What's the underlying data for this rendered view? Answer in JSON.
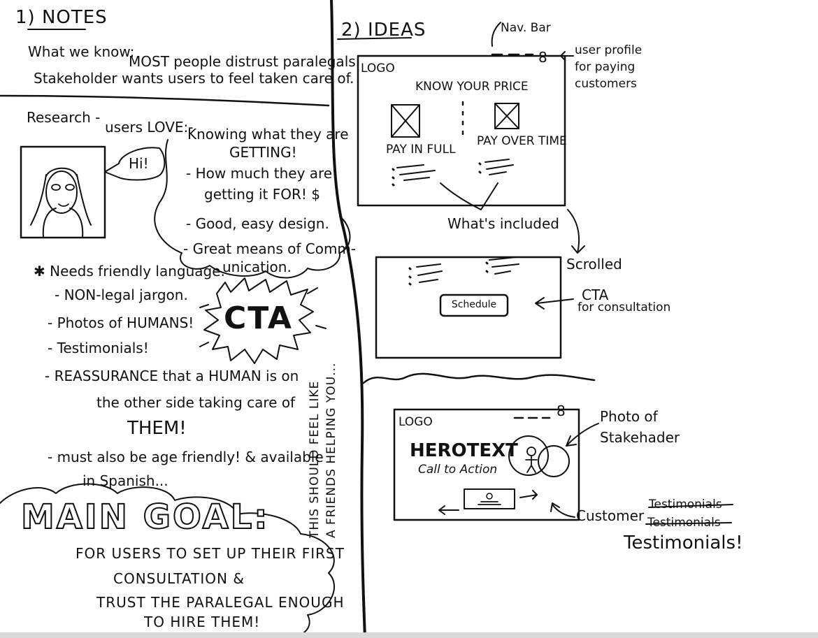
{
  "notes": {
    "heading": "1) NOTES",
    "what_we_know_label": "What we know:",
    "what_we_know_line1": "MOST people distrust paralegals.",
    "what_we_know_line2": "Stakeholder wants users to feel taken care of.",
    "research_label": "Research -",
    "users_love": "users LOVE:-",
    "love_items": [
      "Knowing what they are",
      "GETTING!",
      "- How much they are",
      "getting it FOR! $",
      "- Good, easy design.",
      "- Great means of Comm-",
      "unication."
    ],
    "speech_bubble": "Hi!",
    "needs_items": [
      "✱ Needs friendly language.",
      "- NON-legal jargon.",
      "- Photos of HUMANS!",
      "- Testimonials!",
      "- REASSURANCE that a HUMAN is on",
      "the other side taking care of",
      "THEM!",
      "- must also be age friendly! & available",
      "in Spanish..."
    ],
    "cta_burst": "CTA",
    "vertical_note_line1": "THIS SHOULD FEEL LIKE",
    "vertical_note_line2": "A FRIENDS HELPING YOU...",
    "main_goal_title": "MAIN GOAL:",
    "main_goal_lines": [
      "FOR USERS TO SET UP THEIR FIRST",
      "CONSULTATION &",
      "TRUST THE PARALEGAL ENOUGH",
      "TO HIRE THEM!"
    ]
  },
  "ideas": {
    "heading": "2) IDEAS",
    "nav_bar_note": "Nav. Bar",
    "user_profile_note": [
      "user profile",
      "for paying",
      "customers"
    ],
    "wire1": {
      "logo": "LOGO",
      "profile_glyph": "8",
      "title": "KNOW YOUR PRICE",
      "option_left": "PAY IN FULL",
      "option_right": "PAY OVER TIME"
    },
    "whats_included": "What's included",
    "scrolled": "Scrolled",
    "schedule_button": "Schedule",
    "cta_note": [
      "CTA",
      "for consultation"
    ],
    "wire2": {
      "logo": "LOGO",
      "profile_glyph": "8",
      "hero_text": "HEROTEXT",
      "call_to_action": "Call to Action"
    },
    "photo_note": [
      "Photo of",
      "Stakehader"
    ],
    "customer_label": "Customer",
    "struck_words": [
      "Testimonials",
      "Testimonials"
    ],
    "testimonials": "Testimonials!"
  }
}
